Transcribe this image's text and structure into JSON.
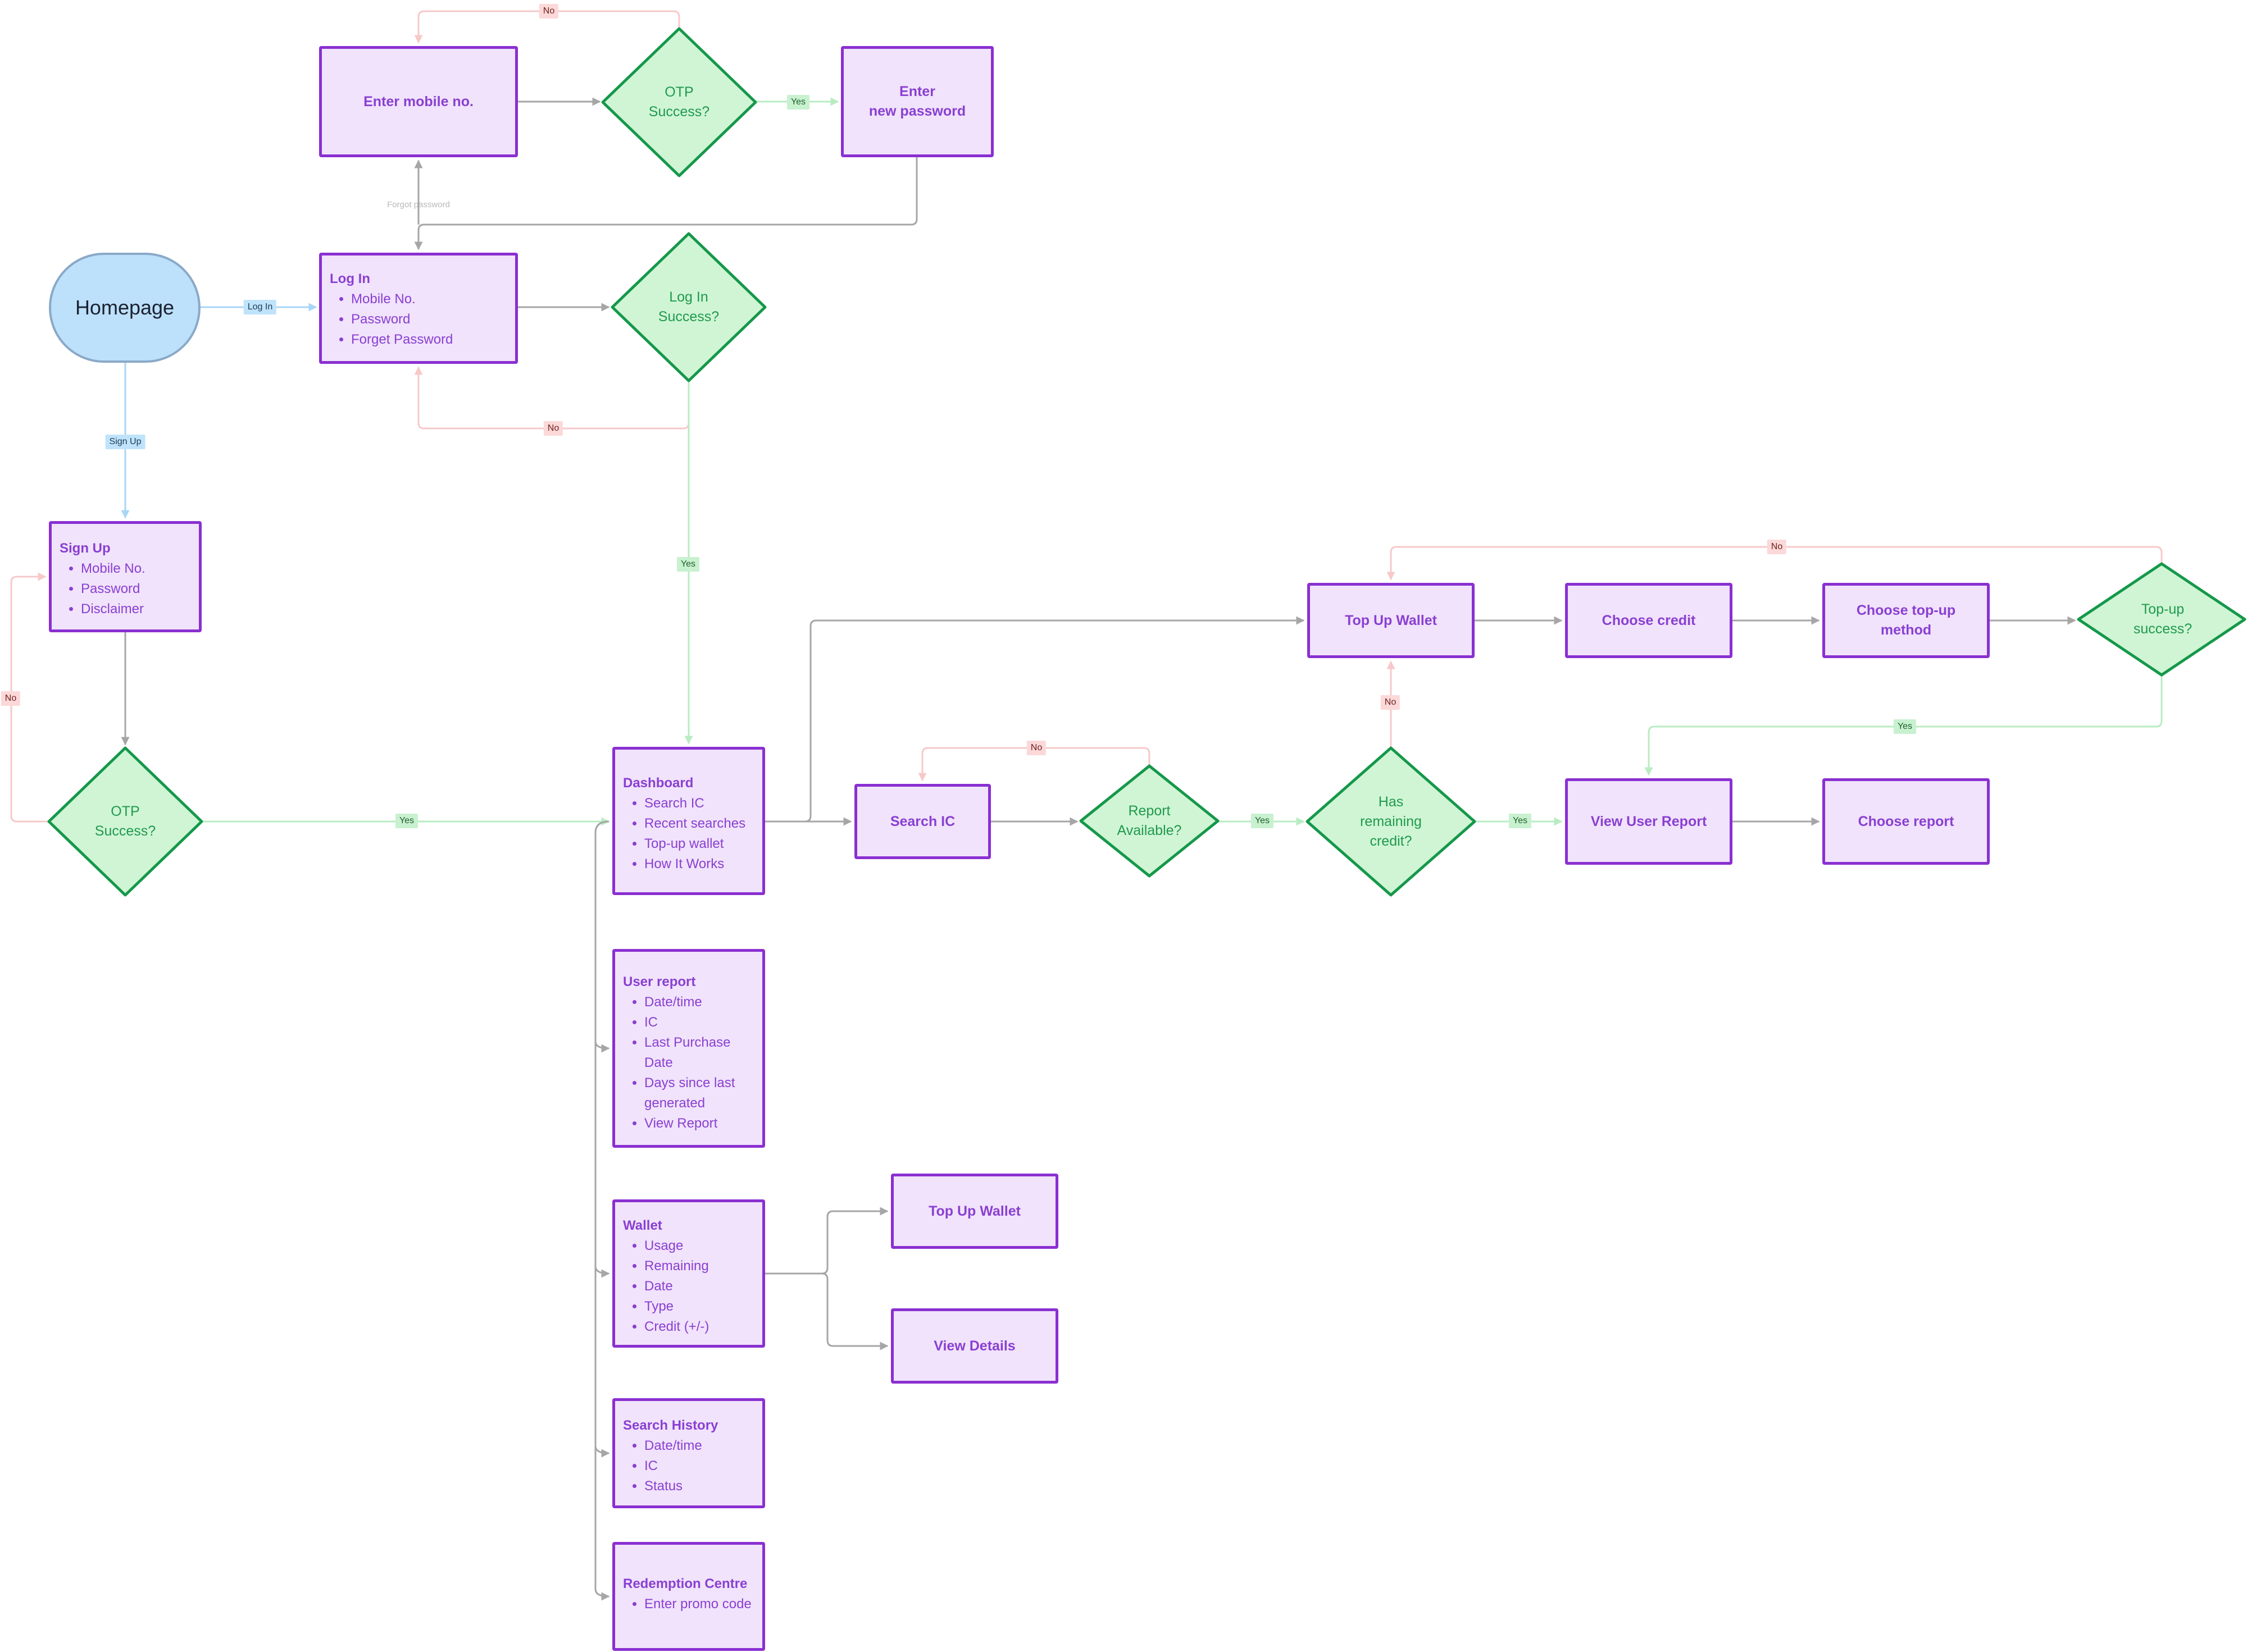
{
  "nodes": {
    "homepage": {
      "title": "Homepage"
    },
    "enter_mobile": {
      "title": "Enter mobile no."
    },
    "otp_top": {
      "text": "OTP\nSuccess?"
    },
    "enter_password": {
      "title": "Enter\nnew password"
    },
    "login": {
      "title": "Log In",
      "items": [
        "Mobile No.",
        "Password",
        "Forget Password"
      ]
    },
    "login_success": {
      "text": "Log In\nSuccess?"
    },
    "signup": {
      "title": "Sign Up",
      "items": [
        "Mobile No.",
        "Password",
        "Disclaimer"
      ]
    },
    "otp_left": {
      "text": "OTP\nSuccess?"
    },
    "dashboard": {
      "title": "Dashboard",
      "items": [
        "Search IC",
        "Recent searches",
        "Top-up wallet",
        "How It Works"
      ]
    },
    "user_report": {
      "title": "User report",
      "items": [
        "Date/time",
        "IC",
        "Last Purchase Date",
        "Days since last generated",
        "View Report"
      ]
    },
    "wallet": {
      "title": "Wallet",
      "items": [
        "Usage",
        "Remaining",
        "Date",
        "Type",
        "Credit (+/-)"
      ]
    },
    "search_history": {
      "title": "Search History",
      "items": [
        "Date/time",
        "IC",
        "Status"
      ]
    },
    "redemption": {
      "title": "Redemption Centre",
      "items": [
        "Enter promo code"
      ]
    },
    "wallet_topup": {
      "title": "Top Up Wallet"
    },
    "view_details": {
      "title": "View Details"
    },
    "search_ic": {
      "title": "Search IC"
    },
    "report_available": {
      "text": "Report\nAvailable?"
    },
    "has_credit": {
      "text": "Has\nremaining\ncredit?"
    },
    "top_up_wallet": {
      "title": "Top Up Wallet"
    },
    "choose_credit": {
      "title": "Choose credit"
    },
    "choose_method": {
      "title": "Choose top-up\nmethod"
    },
    "topup_success": {
      "text": "Top-up\nsuccess?"
    },
    "view_user_report": {
      "title": "View User Report"
    },
    "choose_report": {
      "title": "Choose report"
    }
  },
  "edge_labels": {
    "no": "No",
    "yes": "Yes",
    "log_in": "Log In",
    "sign_up": "Sign Up",
    "forgot_password": "Forgot password"
  },
  "colors": {
    "box_fill": "#f0e3fb",
    "box_stroke": "#8a2fd1",
    "box_text": "#8a3fd2",
    "decision_fill": "#d0f5d5",
    "decision_stroke": "#15984a",
    "decision_text": "#1f9a4c",
    "terminal_fill": "#bde0fb",
    "edge_gray": "#a6a6a6",
    "edge_green": "#b9ecc2",
    "edge_pink": "#f7c9c9",
    "edge_blue": "#a9d6f7"
  }
}
